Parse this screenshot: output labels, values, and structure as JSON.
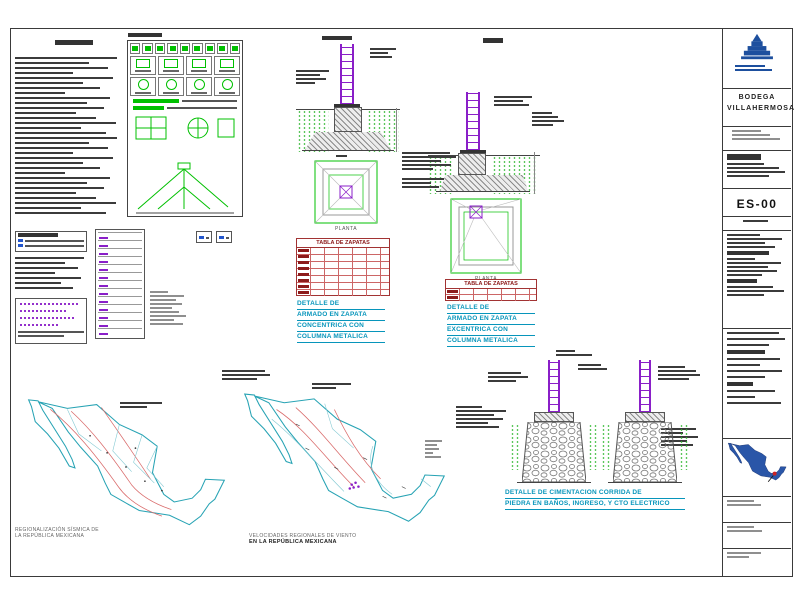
{
  "colors": {
    "cyan": "#0795bb",
    "green": "#00c000",
    "purple": "#8a1fc8",
    "maroon": "#8c1a1a",
    "logo_blue": "#1d4f9e",
    "map_teal": "#27a3b4",
    "map_red": "#d96a6a"
  },
  "details": {
    "zapata_concentrica": {
      "label": [
        "DETALLE DE",
        "ARMADO EN ZAPATA",
        "CONCENTRICA CON",
        "COLUMNA METALICA"
      ],
      "plan_caption": "PLANTA"
    },
    "zapata_excentrica": {
      "label": [
        "DETALLE DE",
        "ARMADO EN ZAPATA",
        "EXCENTRICA CON",
        "COLUMNA METALICA"
      ],
      "plan_caption": "PLANTA"
    },
    "cimentacion_corrida": {
      "label": [
        "DETALLE DE CIMENTACION CORRIDA DE",
        "PIEDRA EN BAÑOS, INGRESO, Y CTO ELECTRICO"
      ]
    }
  },
  "tables": {
    "zapatas_1": {
      "title": "TABLA DE ZAPATAS"
    },
    "zapatas_2": {
      "title": "TABLA DE ZAPATAS"
    }
  },
  "maps": {
    "sismica": {
      "caption": [
        "REGIONALIZACIÓN SÍSMICA DE",
        "LA REPÚBLICA MEXICANA"
      ]
    },
    "viento": {
      "caption": [
        "VELOCIDADES REGIONALES DE VIENTO",
        "EN LA REPÚBLICA MEXICANA"
      ]
    }
  },
  "titleblock": {
    "project_name": [
      "BODEGA",
      "VILLAHERMOSA"
    ],
    "sheet_number": "ES-00"
  }
}
